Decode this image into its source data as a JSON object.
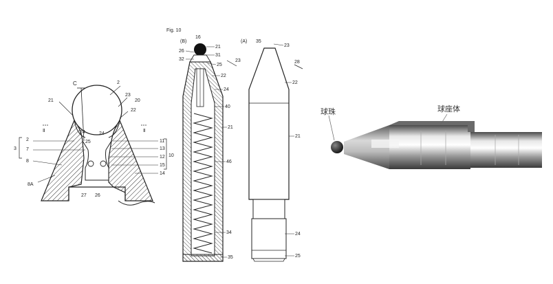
{
  "figure1": {
    "labels": {
      "c": "C",
      "n2": "2",
      "n23": "23",
      "n20": "20",
      "n21": "21",
      "n22": "22",
      "n24a": "24",
      "n24b": "24",
      "n25": "25",
      "n2left": "2",
      "n7": "7",
      "n8": "8",
      "n3": "3",
      "n11": "11",
      "n13": "13",
      "n12": "12",
      "n15": "15",
      "n14": "14",
      "n10": "10",
      "n27": "27",
      "n26": "26",
      "n8a": "8A",
      "sec_left": "Ⅱ",
      "sec_right": "Ⅱ"
    }
  },
  "figure2": {
    "labels": {
      "fig": "Fig. 10",
      "part_b": "(B)",
      "part_a": "(A)",
      "b16": "16",
      "b21": "21",
      "b26": "26",
      "b31": "31",
      "b32": "32",
      "b25": "25",
      "b23": "23",
      "b22": "22",
      "b24": "24",
      "b40": "40",
      "b21b": "21",
      "b46": "46",
      "b34": "34",
      "b35": "35",
      "a35": "35",
      "a23": "23",
      "a28": "28",
      "a22": "22",
      "a21": "21",
      "a24": "24",
      "a25": "25"
    }
  },
  "figure3": {
    "labels": {
      "ball": "球珠",
      "seat": "球座体"
    }
  }
}
